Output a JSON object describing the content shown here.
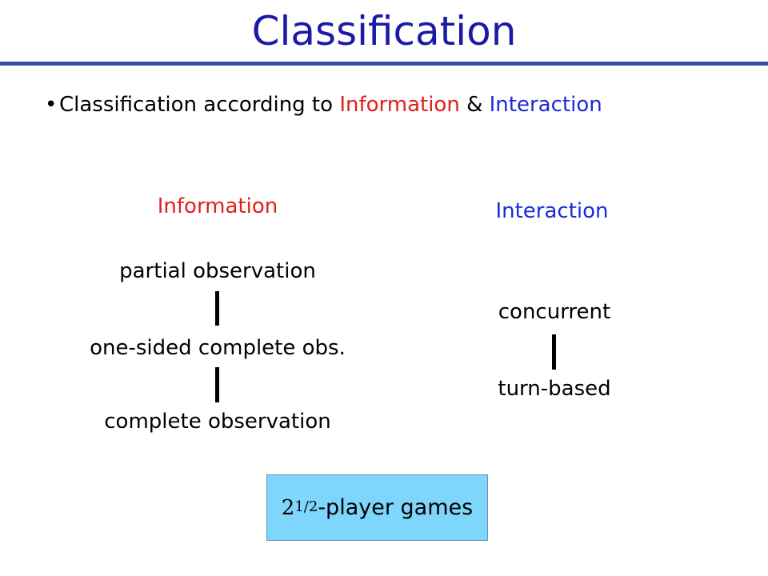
{
  "slide": {
    "title": "Classification",
    "bullet": {
      "marker": "•",
      "prefix": "Classification according to ",
      "term_information": "Information",
      "connector": " & ",
      "term_interaction": "Interaction"
    },
    "information_column": {
      "heading": "Information",
      "levels": [
        "partial observation",
        "one-sided complete obs.",
        "complete observation"
      ]
    },
    "interaction_column": {
      "heading": "Interaction",
      "levels": [
        "concurrent",
        "turn-based"
      ]
    },
    "games_box": {
      "integer": "2",
      "fraction": "1/2",
      "label": "-player games"
    },
    "colors": {
      "title": "#1a1aa6",
      "rule": "#3b4fa8",
      "information": "#e0201b",
      "interaction": "#1a2bd6",
      "box_fill": "#7fd6fc"
    }
  }
}
